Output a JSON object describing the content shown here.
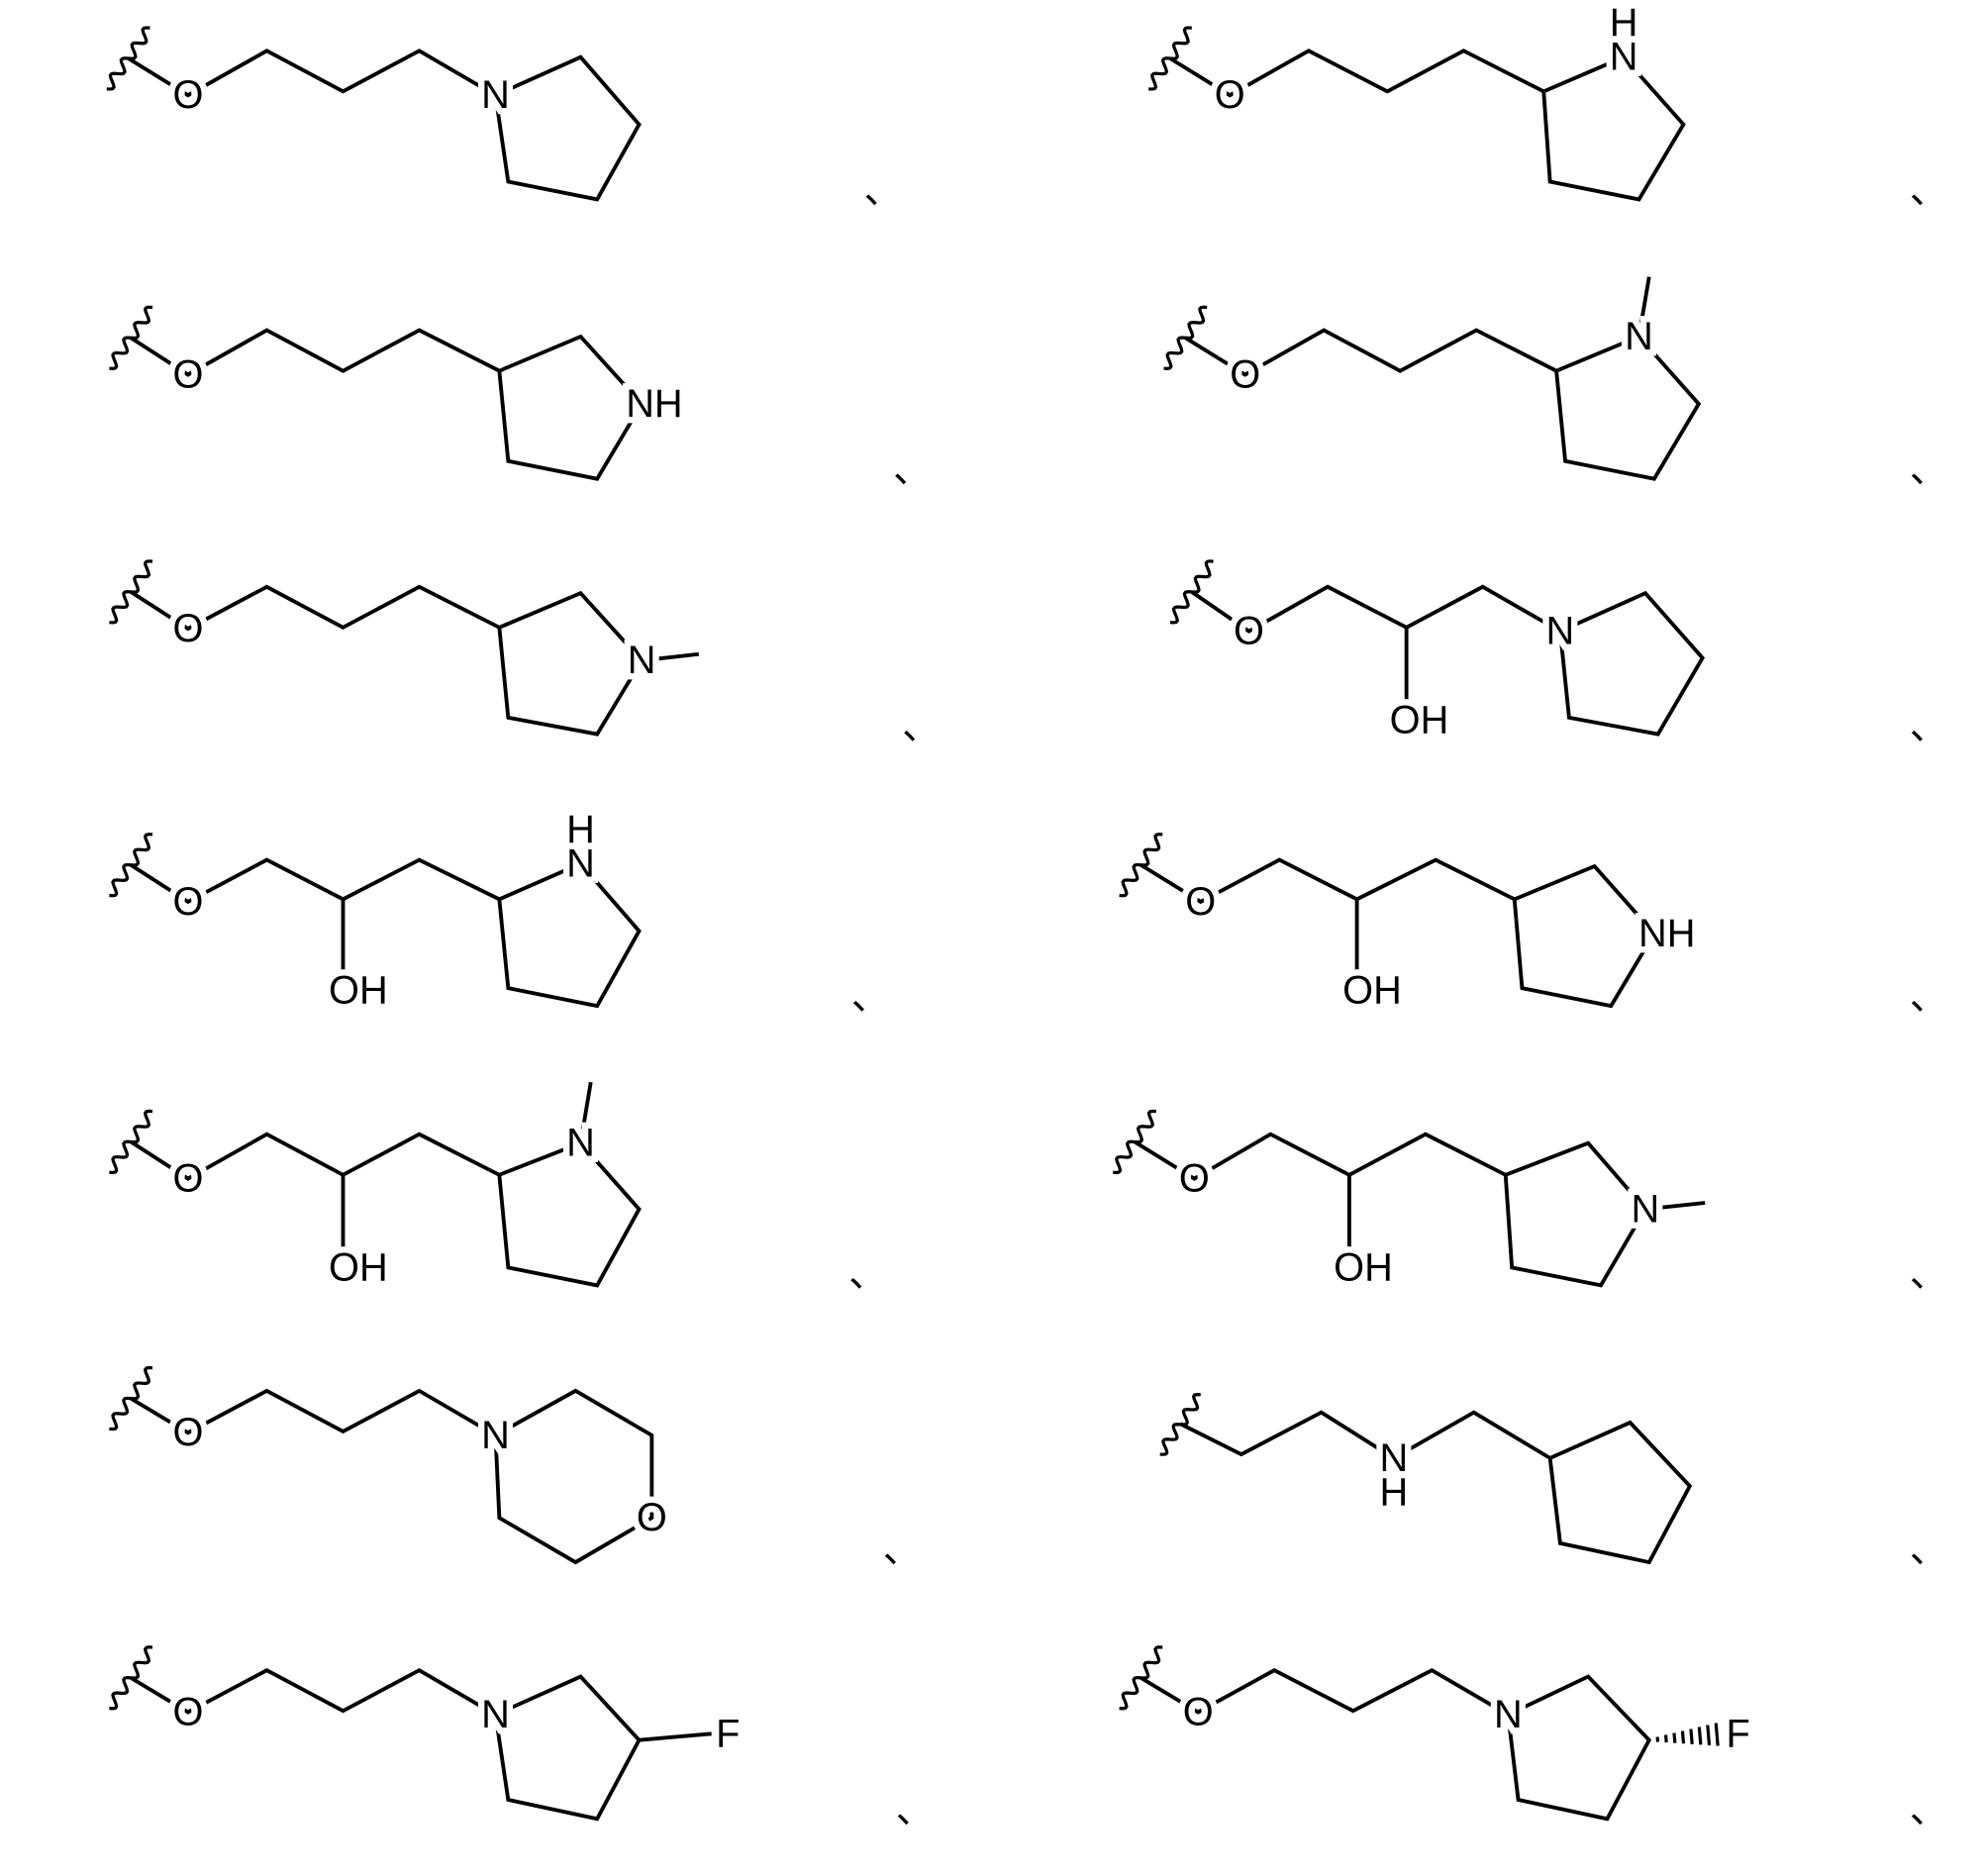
{
  "structures": [
    {
      "atoms": [
        "O",
        "N"
      ],
      "separator": "、"
    },
    {
      "atoms": [
        "O",
        "N",
        "H"
      ],
      "separator": "、"
    },
    {
      "atoms": [
        "O",
        "NH"
      ],
      "separator": "、"
    },
    {
      "atoms": [
        "O",
        "N"
      ],
      "separator": "、"
    },
    {
      "atoms": [
        "O",
        "N"
      ],
      "separator": "、"
    },
    {
      "atoms": [
        "O",
        "OH",
        "N"
      ],
      "separator": "、"
    },
    {
      "atoms": [
        "O",
        "OH",
        "N",
        "H"
      ],
      "separator": "、"
    },
    {
      "atoms": [
        "O",
        "OH",
        "NH"
      ],
      "separator": "、"
    },
    {
      "atoms": [
        "O",
        "OH",
        "N"
      ],
      "separator": "、"
    },
    {
      "atoms": [
        "O",
        "OH",
        "N"
      ],
      "separator": "、"
    },
    {
      "atoms": [
        "O",
        "N",
        "O"
      ],
      "separator": "、"
    },
    {
      "atoms": [
        "N",
        "H"
      ],
      "separator": "、"
    },
    {
      "atoms": [
        "O",
        "N",
        "F"
      ],
      "separator": "、"
    },
    {
      "atoms": [
        "O",
        "N",
        "F"
      ],
      "separator": "、"
    }
  ]
}
